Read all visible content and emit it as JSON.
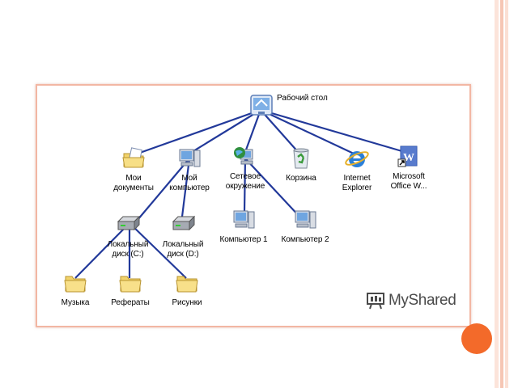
{
  "diagram": {
    "root": {
      "label": "Рабочий стол",
      "icon": "desktop-icon"
    },
    "nodes": [
      {
        "id": "my-docs",
        "label": "Мои\nдокументы",
        "icon": "folder-documents-icon"
      },
      {
        "id": "my-computer",
        "label": "Мой\nкомпьютер",
        "icon": "computer-icon"
      },
      {
        "id": "network",
        "label": "Сетевое\nокружение",
        "icon": "network-icon"
      },
      {
        "id": "recycle",
        "label": "Корзина",
        "icon": "recycle-bin-icon"
      },
      {
        "id": "ie",
        "label": "Internet\nExplorer",
        "icon": "internet-explorer-icon"
      },
      {
        "id": "word",
        "label": "Microsoft\nOffice W...",
        "icon": "word-shortcut-icon"
      },
      {
        "id": "disk-c",
        "label": "Локальный\nдиск (C:)",
        "icon": "hard-disk-icon"
      },
      {
        "id": "disk-d",
        "label": "Локальный\nдиск (D:)",
        "icon": "hard-disk-icon"
      },
      {
        "id": "pc1",
        "label": "Компьютер 1",
        "icon": "computer-icon"
      },
      {
        "id": "pc2",
        "label": "Компьютер 2",
        "icon": "computer-icon"
      },
      {
        "id": "music",
        "label": "Музыка",
        "icon": "folder-icon"
      },
      {
        "id": "essays",
        "label": "Рефераты",
        "icon": "folder-icon"
      },
      {
        "id": "pictures",
        "label": "Рисунки",
        "icon": "folder-icon"
      }
    ]
  },
  "watermark": {
    "text": "MyShared",
    "icon": "myshared-logo-icon"
  },
  "colors": {
    "edge": "#22399a",
    "frame_border": "#f2b7a3",
    "accent_dot": "#f36a2a",
    "stripe_light": "#fce4da",
    "stripe_mid": "#f6c6b4"
  }
}
